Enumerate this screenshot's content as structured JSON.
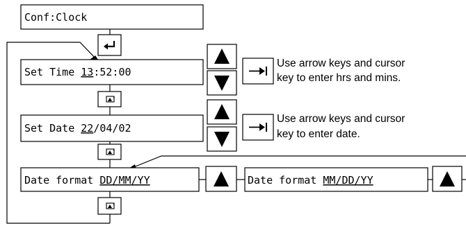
{
  "screens": {
    "conf_clock": "Conf:Clock",
    "set_time": {
      "prefix": "Set Time ",
      "field": "13",
      "suffix": ":52:00"
    },
    "set_date": {
      "prefix": "Set Date ",
      "field": "22",
      "suffix": "/04/02"
    },
    "date_format_1": {
      "prefix": "Date format ",
      "value": "DD/MM/YY"
    },
    "date_format_2": {
      "prefix": "Date format ",
      "value": "MM/DD/YY"
    }
  },
  "notes": {
    "time": [
      "Use arrow keys and cursor",
      "key to enter hrs and mins."
    ],
    "date": [
      "Use arrow keys and cursor",
      "key to enter date."
    ]
  },
  "keys": {
    "enter": "enter-key-icon",
    "page": "page-key-icon",
    "up": "up-arrow-key-icon",
    "down": "down-arrow-key-icon",
    "cursor": "cursor-key-icon"
  }
}
